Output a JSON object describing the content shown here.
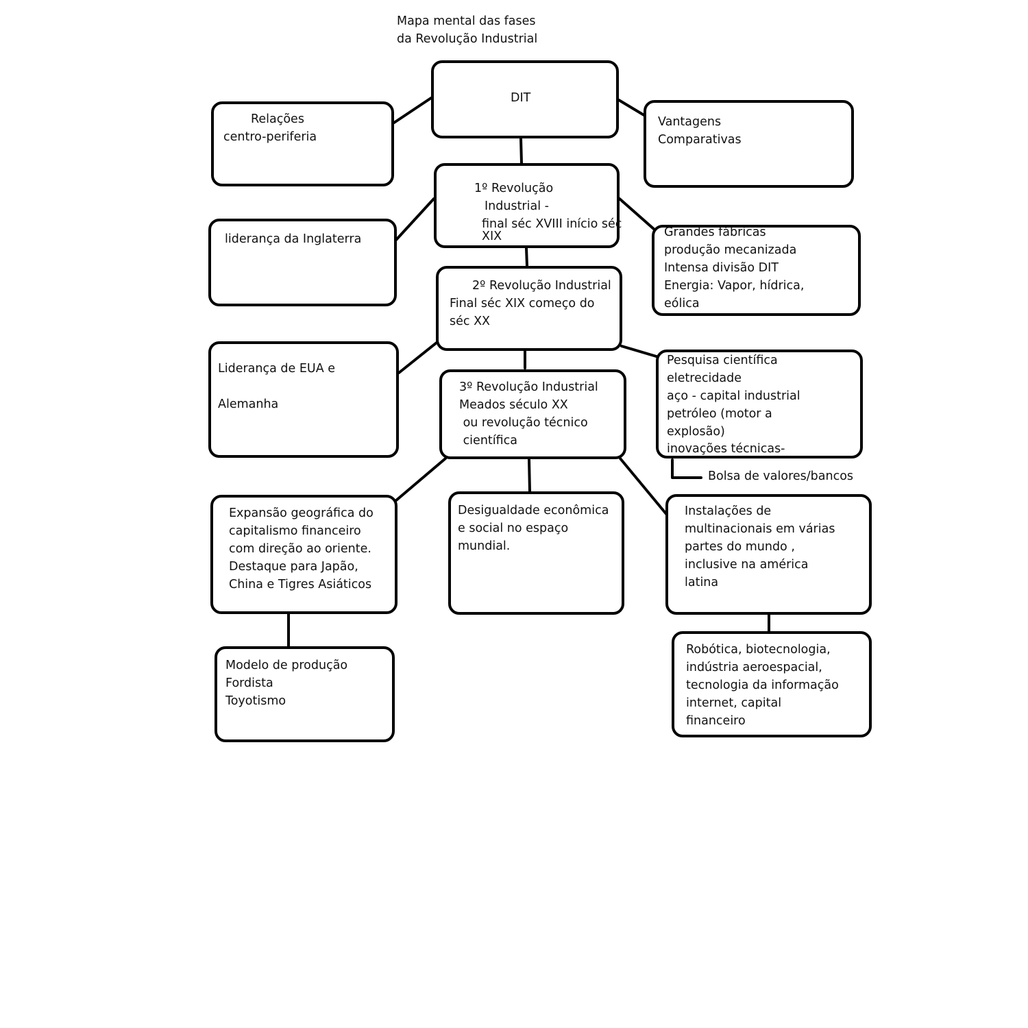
{
  "title": [
    "Mapa mental das fases",
    "da Revolução Industrial"
  ],
  "nodes": {
    "dit": [
      "DIT"
    ],
    "relacoes": [
      "Relações",
      "centro-periferia"
    ],
    "vantagens": [
      "Vantagens",
      "Comparativas"
    ],
    "rev1": [
      "1º Revolução",
      "Industrial  -",
      "final séc XVIII início séc",
      "XIX"
    ],
    "inglaterra": [
      "liderança da Inglaterra"
    ],
    "fabricas": [
      "Grandes fábricas",
      "produção mecanizada",
      "Intensa divisão DIT",
      "Energia: Vapor, hídrica,",
      "eólica"
    ],
    "rev2": [
      "2º Revolução Industrial",
      "Final séc XIX começo do",
      "séc XX"
    ],
    "eua": [
      "Liderança de EUA e",
      "",
      "Alemanha"
    ],
    "pesquisa": [
      "Pesquisa científica",
      "eletrecidade",
      "aço - capital industrial",
      "petróleo (motor a",
      "explosão)",
      "inovações técnicas-"
    ],
    "bolsa": [
      "Bolsa de valores/bancos"
    ],
    "rev3": [
      "3º Revolução Industrial",
      "Meados século XX",
      " ou revolução técnico",
      " científica"
    ],
    "expansao": [
      "Expansão geográfica do",
      "capitalismo financeiro",
      "com direção ao oriente.",
      "Destaque para Japão,",
      "China e Tigres Asiáticos"
    ],
    "desigualdade": [
      "Desigualdade econômica",
      "e social no espaço",
      "mundial."
    ],
    "instalacoes": [
      "Instalações de",
      "multinacionais em várias",
      "partes do mundo ,",
      "inclusive na américa",
      "latina"
    ],
    "modelo": [
      "Modelo de produção",
      "Fordista",
      "Toyotismo"
    ],
    "robotica": [
      "Robótica, biotecnologia,",
      "indústria aeroespacial,",
      "tecnologia da informação",
      "internet, capital",
      "financeiro"
    ]
  }
}
